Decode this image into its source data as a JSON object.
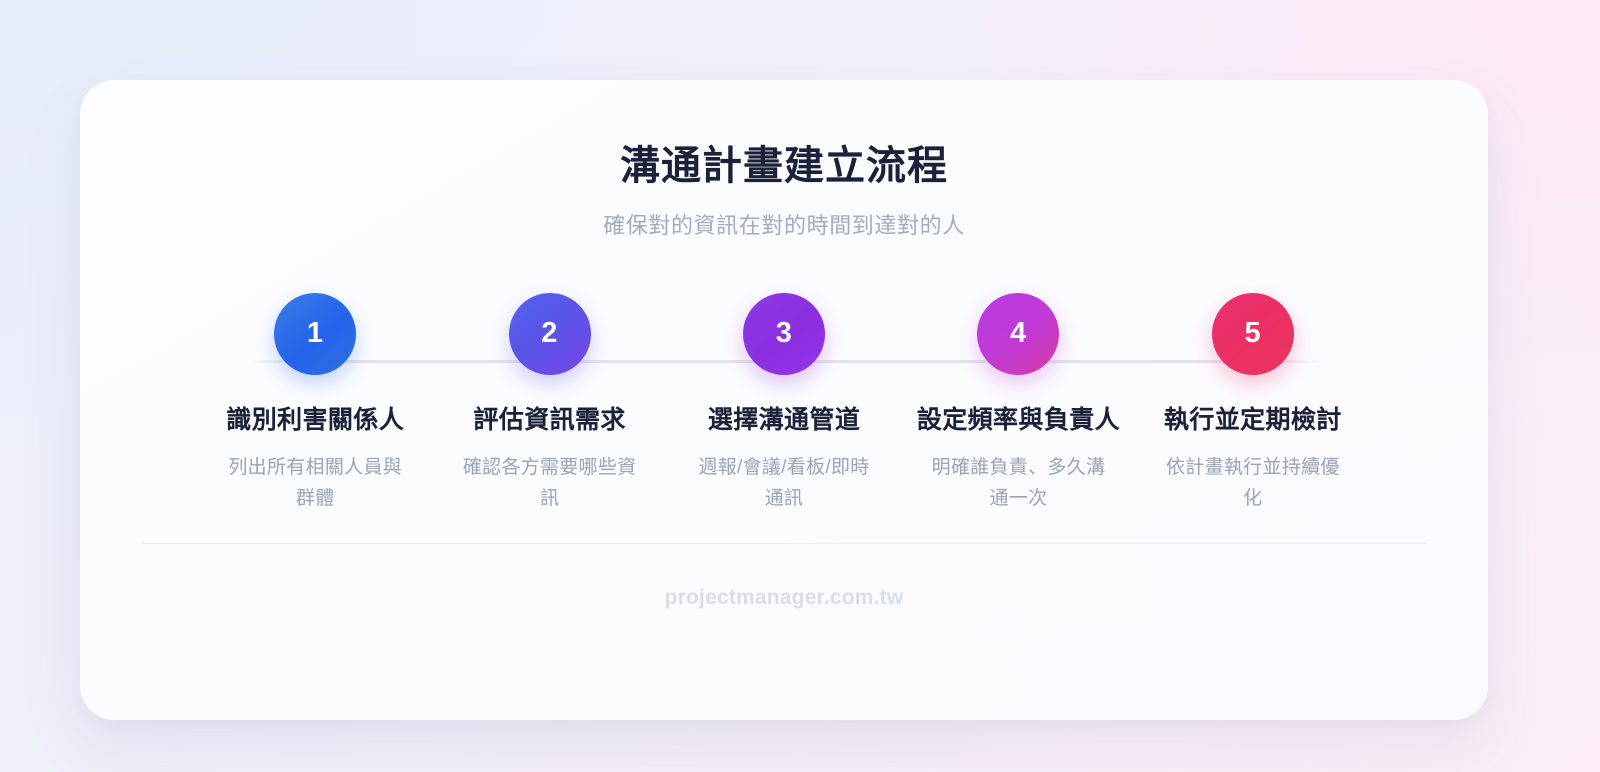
{
  "header": {
    "title": "溝通計畫建立流程",
    "subtitle": "確保對的資訊在對的時間到達對的人"
  },
  "steps": [
    {
      "number": "1",
      "label": "識別利害關係人",
      "description": "列出所有相關人員與群體",
      "color": "#2563eb"
    },
    {
      "number": "2",
      "label": "評估資訊需求",
      "description": "確認各方需要哪些資訊",
      "color": "#5b53e8"
    },
    {
      "number": "3",
      "label": "選擇溝通管道",
      "description": "週報/會議/看板/即時通訊",
      "color": "#9333ea"
    },
    {
      "number": "4",
      "label": "設定頻率與負責人",
      "description": "明確誰負責、多久溝通一次",
      "color": "#c03ad6"
    },
    {
      "number": "5",
      "label": "執行並定期檢討",
      "description": "依計畫執行並持續優化",
      "color": "#ec2f63"
    }
  ],
  "footer": {
    "site": "projectmanager.com.tw"
  },
  "theme": {
    "title_color": "#1b2139",
    "subtitle_color": "#a3abbf",
    "desc_color": "#9aa3b8",
    "connector_color": "#e2e5ee",
    "divider_color": "#ecedf2",
    "footer_color": "#d9dde9",
    "card_background": "#fcfdff"
  }
}
